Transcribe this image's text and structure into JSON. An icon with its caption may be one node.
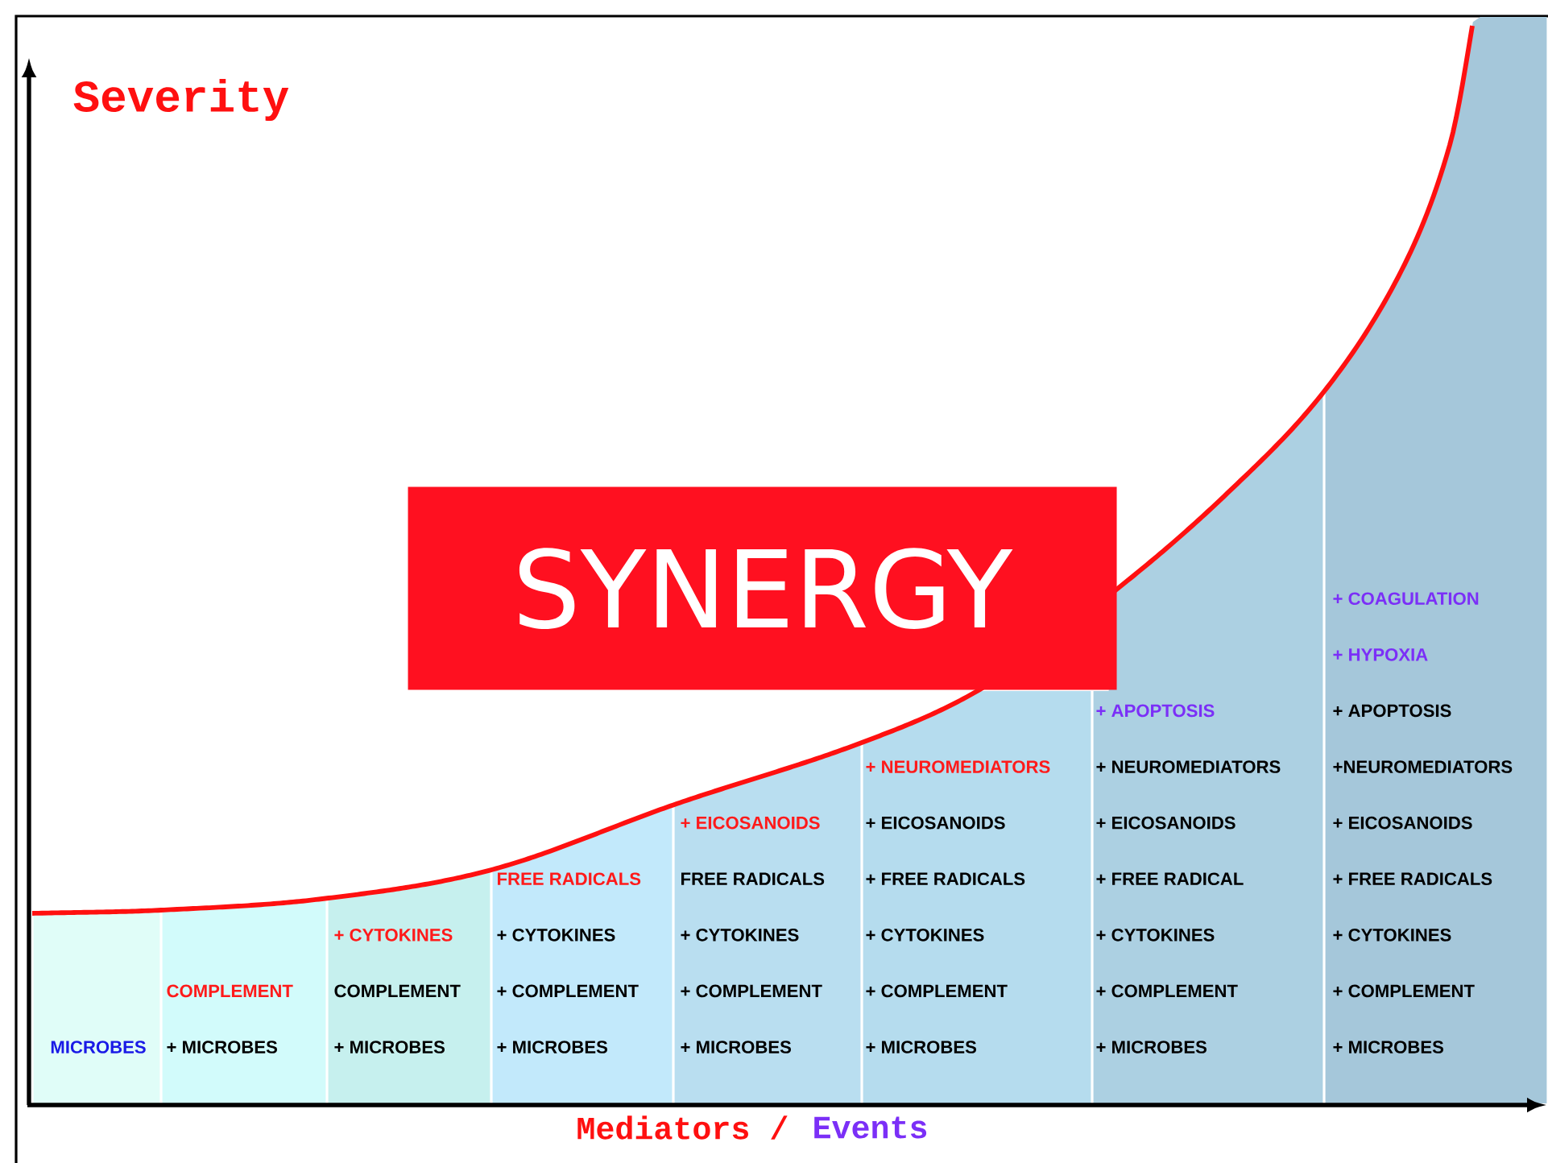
{
  "diagram": {
    "nodes": [
      {
        "text": [
          "SYNERGY"
        ]
      },
      {
        "text": [
          "MICROBES"
        ]
      },
      {
        "text": [
          "COMPLEMENT",
          "+ MICROBES"
        ]
      },
      {
        "text": [
          "+ CYTOKINES",
          "COMPLEMENT",
          "+ MICROBES"
        ]
      },
      {
        "text": [
          "FREE RADICALS",
          "+ CYTOKINES",
          "+ COMPLEMENT",
          "+ MICROBES"
        ]
      },
      {
        "text": [
          "+ EICOSANOIDS",
          "FREE RADICALS",
          "+ CYTOKINES",
          "+ COMPLEMENT",
          "+ MICROBES"
        ]
      },
      {
        "text": [
          "+ NEUROMEDIATORS",
          "+ EICOSANOIDS",
          "+ FREE RADICALS",
          "+ CYTOKINES",
          "+ COMPLEMENT",
          "+ MICROBES"
        ]
      },
      {
        "text": [
          "+ APOPTOSIS",
          "+ NEUROMEDIATORS",
          "+  EICOSANOIDS",
          "+ FREE RADICAL",
          "+  CYTOKINES",
          "+ COMPLEMENT",
          "+ MICROBES"
        ]
      },
      {
        "text": [
          "+ COAGULATION",
          "+ HYPOXIA",
          "+ APOPTOSIS",
          "+NEUROMEDIATORS",
          "+ EICOSANOIDS",
          "+ FREE RADICALS",
          "+ CYTOKINES",
          "+ COMPLEMENT",
          "+ MICROBES"
        ]
      }
    ],
    "labels": [
      "Severity",
      "Mediators /",
      "Events"
    ]
  }
}
